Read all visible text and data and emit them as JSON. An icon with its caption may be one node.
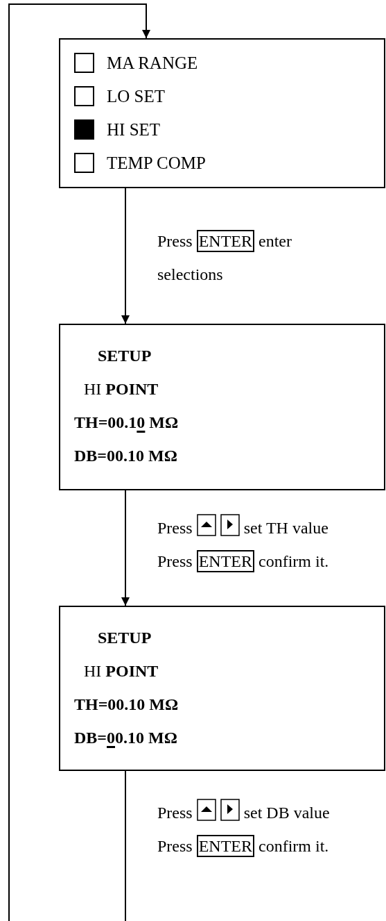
{
  "diagram": {
    "nodes": [
      {
        "text": [
          "MA RANGE",
          "LO SET",
          "HI SET",
          "TEMP COMP"
        ]
      },
      {
        "text": [
          "SETUP",
          "HI POINT",
          "TH=00.10 MΩ",
          "DB=00.10 MΩ"
        ]
      },
      {
        "text": [
          "SETUP",
          "HI POINT",
          "TH=00.10 MΩ",
          "DB=00.10 MΩ"
        ]
      }
    ],
    "edges": [
      {
        "from": 0,
        "to": 1,
        "arrow": "to"
      },
      {
        "from": 1,
        "to": 2,
        "arrow": "to"
      },
      {
        "from": 2,
        "to": null,
        "arrow": "none"
      },
      {
        "from": null,
        "to": 0,
        "arrow": "to"
      }
    ],
    "labels": [
      "Press ENTER enter selections",
      "Press set TH value",
      "Press ENTER confirm it.",
      "Press set DB value",
      "Press ENTER confirm it."
    ]
  }
}
